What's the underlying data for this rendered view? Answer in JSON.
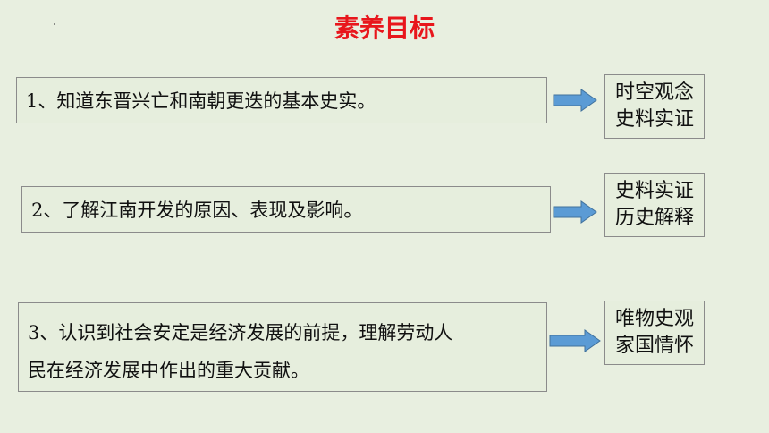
{
  "title": "素养目标",
  "goals": [
    {
      "text": "1、知道东晋兴亡和南朝更迭的基本史实。",
      "literacies": [
        "时空观念",
        "史料实证"
      ]
    },
    {
      "text": "2、了解江南开发的原因、表现及影响。",
      "literacies": [
        "史料实证",
        "历史解释"
      ]
    },
    {
      "text_lines": [
        "3、认识到社会安定是经济发展的前提，理解劳动人",
        "民在经济发展中作出的重大贡献。"
      ],
      "literacies": [
        "唯物史观",
        "家国情怀"
      ]
    }
  ],
  "colors": {
    "background": "#e8efe0",
    "title": "#e8161c",
    "arrow_fill": "#5b9bd5",
    "arrow_stroke": "#41719c",
    "box_border": "#8b8b8b"
  }
}
